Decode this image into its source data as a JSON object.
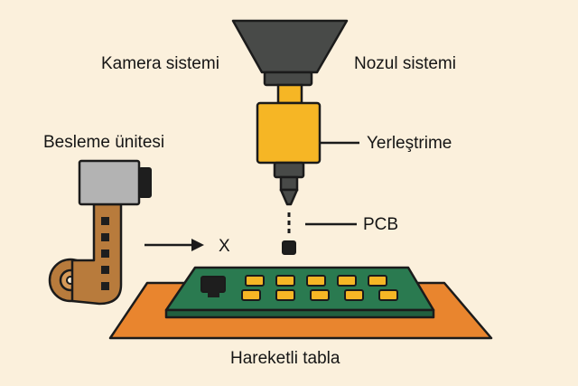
{
  "labels": {
    "camera": "Kamera sistemi",
    "nozzle": "Nozul sistemi",
    "feeder": "Besleme ünitesi",
    "placement": "Yerleştrime",
    "pcb": "PCB",
    "x_axis": "X",
    "table": "Hareketli tabla"
  },
  "colors": {
    "background": "#fbf0dc",
    "outline": "#1b1b1b",
    "nozzle_yellow": "#f6b625",
    "feeder_tape": "#b87b3c",
    "feeder_box": "#b3b3b3",
    "table_orange": "#e9852e",
    "board_green": "#2a7a50",
    "pad_yellow": "#f6b625"
  },
  "board": {
    "pad_rows": 2,
    "pad_columns": 5
  }
}
